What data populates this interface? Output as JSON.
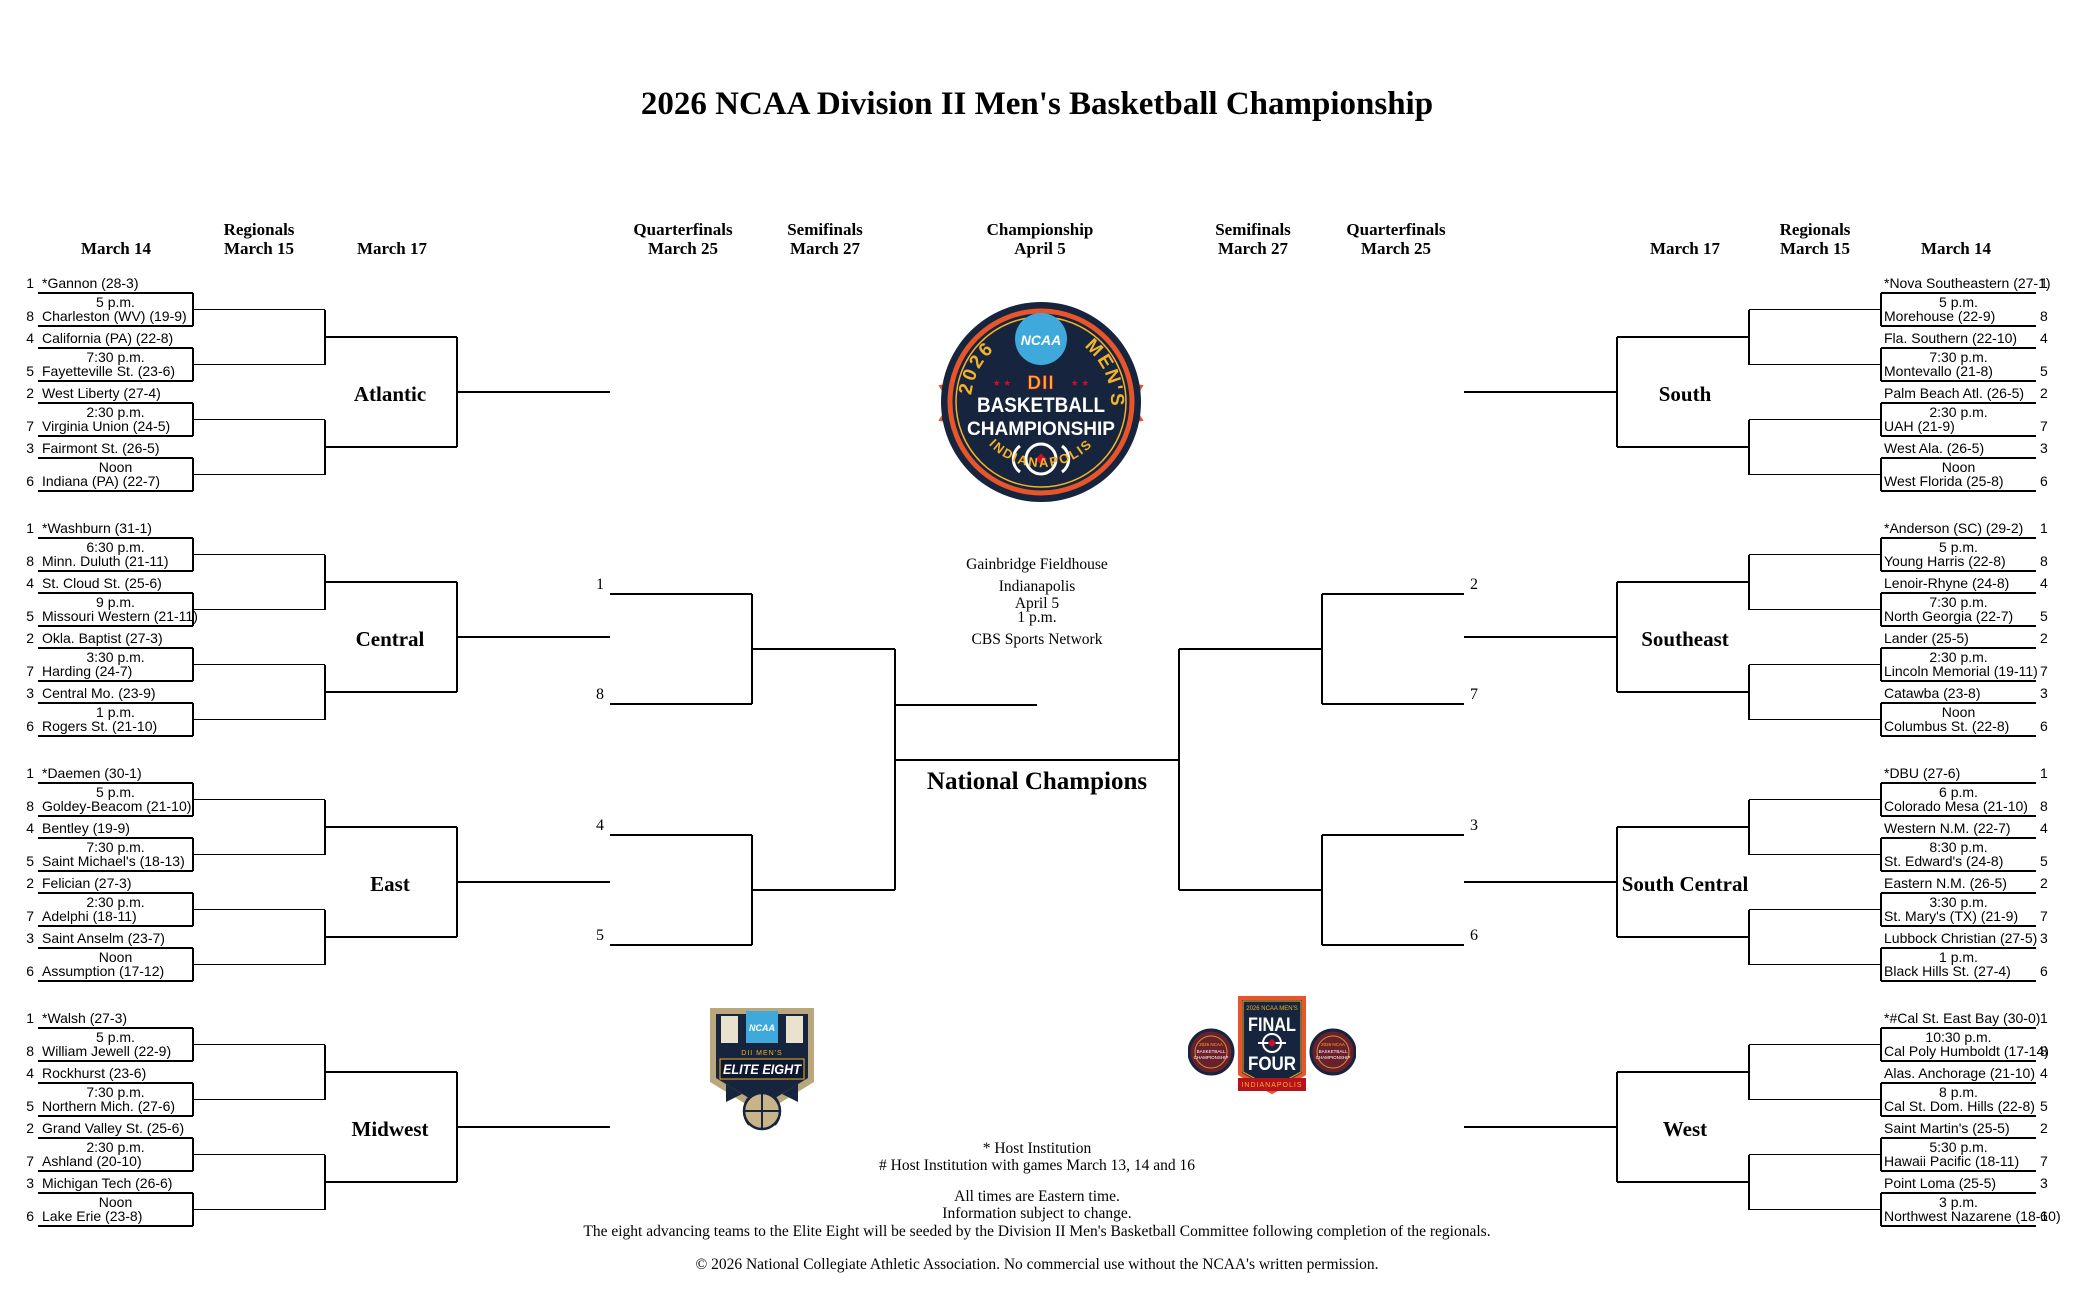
{
  "title": "2026 NCAA Division II Men's Basketball Championship",
  "column_headers": [
    {
      "top": "",
      "bottom": "March 14"
    },
    {
      "top": "Regionals",
      "bottom": "March 15"
    },
    {
      "top": "",
      "bottom": "March 17"
    },
    {
      "top": "Quarterfinals",
      "bottom": "March 25"
    },
    {
      "top": "Semifinals",
      "bottom": "March 27"
    },
    {
      "top": "Championship",
      "bottom": "April 5"
    },
    {
      "top": "Semifinals",
      "bottom": "March 27"
    },
    {
      "top": "Quarterfinals",
      "bottom": "March 25"
    },
    {
      "top": "",
      "bottom": "March 17"
    },
    {
      "top": "Regionals",
      "bottom": "March 15"
    },
    {
      "top": "",
      "bottom": "March 14"
    }
  ],
  "regions": {
    "left": [
      {
        "name": "Atlantic",
        "games": [
          {
            "top_seed": "1",
            "top_team": "*Gannon (28-3)",
            "time": "5 p.m.",
            "bottom_seed": "8",
            "bottom_team": "Charleston (WV) (19-9)"
          },
          {
            "top_seed": "4",
            "top_team": "California (PA) (22-8)",
            "time": "7:30 p.m.",
            "bottom_seed": "5",
            "bottom_team": "Fayetteville St. (23-6)"
          },
          {
            "top_seed": "2",
            "top_team": "West Liberty (27-4)",
            "time": "2:30 p.m.",
            "bottom_seed": "7",
            "bottom_team": "Virginia Union (24-5)"
          },
          {
            "top_seed": "3",
            "top_team": "Fairmont St. (26-5)",
            "time": "Noon",
            "bottom_seed": "6",
            "bottom_team": "Indiana (PA) (22-7)"
          }
        ]
      },
      {
        "name": "Central",
        "games": [
          {
            "top_seed": "1",
            "top_team": "*Washburn (31-1)",
            "time": "6:30 p.m.",
            "bottom_seed": "8",
            "bottom_team": "Minn. Duluth (21-11)"
          },
          {
            "top_seed": "4",
            "top_team": "St. Cloud St. (25-6)",
            "time": "9 p.m.",
            "bottom_seed": "5",
            "bottom_team": "Missouri Western (21-11)"
          },
          {
            "top_seed": "2",
            "top_team": "Okla. Baptist (27-3)",
            "time": "3:30 p.m.",
            "bottom_seed": "7",
            "bottom_team": "Harding (24-7)"
          },
          {
            "top_seed": "3",
            "top_team": "Central Mo. (23-9)",
            "time": "1 p.m.",
            "bottom_seed": "6",
            "bottom_team": "Rogers St. (21-10)"
          }
        ]
      },
      {
        "name": "East",
        "games": [
          {
            "top_seed": "1",
            "top_team": "*Daemen (30-1)",
            "time": "5 p.m.",
            "bottom_seed": "8",
            "bottom_team": "Goldey-Beacom (21-10)"
          },
          {
            "top_seed": "4",
            "top_team": "Bentley (19-9)",
            "time": "7:30 p.m.",
            "bottom_seed": "5",
            "bottom_team": "Saint Michael's (18-13)"
          },
          {
            "top_seed": "2",
            "top_team": "Felician (27-3)",
            "time": "2:30 p.m.",
            "bottom_seed": "7",
            "bottom_team": "Adelphi (18-11)"
          },
          {
            "top_seed": "3",
            "top_team": "Saint Anselm (23-7)",
            "time": "Noon",
            "bottom_seed": "6",
            "bottom_team": "Assumption (17-12)"
          }
        ]
      },
      {
        "name": "Midwest",
        "games": [
          {
            "top_seed": "1",
            "top_team": "*Walsh (27-3)",
            "time": "5 p.m.",
            "bottom_seed": "8",
            "bottom_team": "William Jewell (22-9)"
          },
          {
            "top_seed": "4",
            "top_team": "Rockhurst (23-6)",
            "time": "7:30 p.m.",
            "bottom_seed": "5",
            "bottom_team": "Northern Mich. (27-6)"
          },
          {
            "top_seed": "2",
            "top_team": "Grand Valley St. (25-6)",
            "time": "2:30 p.m.",
            "bottom_seed": "7",
            "bottom_team": "Ashland (20-10)"
          },
          {
            "top_seed": "3",
            "top_team": "Michigan Tech (26-6)",
            "time": "Noon",
            "bottom_seed": "6",
            "bottom_team": "Lake Erie (23-8)"
          }
        ]
      }
    ],
    "right": [
      {
        "name": "South",
        "games": [
          {
            "top_seed": "1",
            "top_team": "*Nova Southeastern (27-1)",
            "time": "5 p.m.",
            "bottom_seed": "8",
            "bottom_team": "Morehouse (22-9)"
          },
          {
            "top_seed": "4",
            "top_team": "Fla. Southern (22-10)",
            "time": "7:30 p.m.",
            "bottom_seed": "5",
            "bottom_team": "Montevallo (21-8)"
          },
          {
            "top_seed": "2",
            "top_team": "Palm Beach Atl. (26-5)",
            "time": "2:30 p.m.",
            "bottom_seed": "7",
            "bottom_team": "UAH (21-9)"
          },
          {
            "top_seed": "3",
            "top_team": "West Ala. (26-5)",
            "time": "Noon",
            "bottom_seed": "6",
            "bottom_team": "West Florida (25-8)"
          }
        ]
      },
      {
        "name": "Southeast",
        "games": [
          {
            "top_seed": "1",
            "top_team": "*Anderson (SC) (29-2)",
            "time": "5 p.m.",
            "bottom_seed": "8",
            "bottom_team": "Young Harris (22-8)"
          },
          {
            "top_seed": "4",
            "top_team": "Lenoir-Rhyne (24-8)",
            "time": "7:30 p.m.",
            "bottom_seed": "5",
            "bottom_team": "North Georgia (22-7)"
          },
          {
            "top_seed": "2",
            "top_team": "Lander (25-5)",
            "time": "2:30 p.m.",
            "bottom_seed": "7",
            "bottom_team": "Lincoln Memorial (19-11)"
          },
          {
            "top_seed": "3",
            "top_team": "Catawba (23-8)",
            "time": "Noon",
            "bottom_seed": "6",
            "bottom_team": "Columbus St. (22-8)"
          }
        ]
      },
      {
        "name": "South Central",
        "games": [
          {
            "top_seed": "1",
            "top_team": "*DBU (27-6)",
            "time": "6 p.m.",
            "bottom_seed": "8",
            "bottom_team": "Colorado Mesa (21-10)"
          },
          {
            "top_seed": "4",
            "top_team": "Western N.M. (22-7)",
            "time": "8:30 p.m.",
            "bottom_seed": "5",
            "bottom_team": "St. Edward's (24-8)"
          },
          {
            "top_seed": "2",
            "top_team": "Eastern N.M. (26-5)",
            "time": "3:30 p.m.",
            "bottom_seed": "7",
            "bottom_team": "St. Mary's (TX) (21-9)"
          },
          {
            "top_seed": "3",
            "top_team": "Lubbock Christian (27-5)",
            "time": "1 p.m.",
            "bottom_seed": "6",
            "bottom_team": "Black Hills St. (27-4)"
          }
        ]
      },
      {
        "name": "West",
        "games": [
          {
            "top_seed": "1",
            "top_team": "*#Cal St. East Bay (30-0)",
            "time": "10:30 p.m.",
            "bottom_seed": "8",
            "bottom_team": "Cal Poly Humboldt (17-14)"
          },
          {
            "top_seed": "4",
            "top_team": "Alas. Anchorage (21-10)",
            "time": "8 p.m.",
            "bottom_seed": "5",
            "bottom_team": "Cal St. Dom. Hills (22-8)"
          },
          {
            "top_seed": "2",
            "top_team": "Saint Martin's (25-5)",
            "time": "5:30 p.m.",
            "bottom_seed": "7",
            "bottom_team": "Hawaii Pacific (18-11)"
          },
          {
            "top_seed": "3",
            "top_team": "Point Loma (25-5)",
            "time": "3 p.m.",
            "bottom_seed": "6",
            "bottom_team": "Northwest Nazarene (18-10)"
          }
        ]
      }
    ]
  },
  "center": {
    "left_seeds": [
      "1",
      "8",
      "4",
      "5"
    ],
    "right_seeds": [
      "2",
      "7",
      "3",
      "6"
    ],
    "venue": [
      "Gainbridge Fieldhouse",
      "Indianapolis",
      "April 5",
      "1 p.m.",
      "CBS Sports Network"
    ],
    "champion_label": "National Champions"
  },
  "logos": {
    "championship": {
      "year": "2026",
      "ncaa": "NCAA",
      "mens": "MEN'S",
      "stars_left": "★ ★",
      "dii": "DII",
      "stars_right": "★ ★",
      "line1": "BASKETBALL",
      "line2": "CHAMPIONSHIP",
      "city": "INDIANAPOLIS"
    },
    "elite_eight": {
      "ncaa": "NCAA",
      "division": "DII MEN'S",
      "title": "ELITE EIGHT"
    },
    "final_four": {
      "top": "2026 NCAA MEN'S",
      "line1": "FINAL",
      "line2": "FOUR",
      "city": "INDIANAPOLIS",
      "badge_top": "2026 NCAA",
      "badge_mid": "BASKETBALL",
      "badge_bot": "CHAMPIONSHIP"
    }
  },
  "footnotes": {
    "host": "* Host Institution",
    "host_hash": "# Host Institution with games March 13, 14 and 16",
    "times": "All times are Eastern time.",
    "info": "Information subject to change.",
    "seeding": "The eight advancing teams to the Elite Eight will be seeded by the Division II Men's Basketball Committee following completion of the regionals.",
    "copyright": "© 2026 National Collegiate Athletic Association. No commercial use without the NCAA's written permission."
  },
  "colors": {
    "navy": "#16243e",
    "orange": "#e8552a",
    "gold": "#f3b229",
    "red": "#c8102e",
    "ncaa_blue": "#3fa9dc",
    "tan": "#c9b48a",
    "line": "#000000"
  }
}
